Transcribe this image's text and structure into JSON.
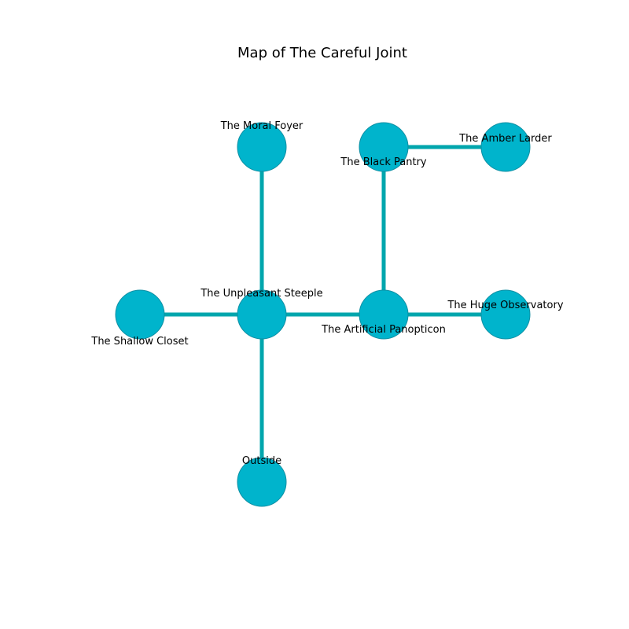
{
  "title": "Map of The Careful Joint",
  "colors": {
    "node_fill": "#00b4cc",
    "node_stroke": "#0e8fa3",
    "edge": "#00a6ad",
    "background": "#ffffff",
    "text": "#000000"
  },
  "rooms": [
    {
      "id": "moral_foyer",
      "label": "The Moral Foyer",
      "grid": [
        1,
        2
      ]
    },
    {
      "id": "black_pantry",
      "label": "The Black Pantry",
      "grid": [
        2,
        2
      ]
    },
    {
      "id": "amber_larder",
      "label": "The Amber Larder",
      "grid": [
        3,
        2
      ]
    },
    {
      "id": "shallow_closet",
      "label": "The Shallow Closet",
      "grid": [
        0,
        1
      ]
    },
    {
      "id": "unpleasant_steeple",
      "label": "The Unpleasant Steeple",
      "grid": [
        1,
        1
      ]
    },
    {
      "id": "artificial_panopticon",
      "label": "The Artificial Panopticon",
      "grid": [
        2,
        1
      ]
    },
    {
      "id": "huge_observatory",
      "label": "The Huge Observatory",
      "grid": [
        3,
        1
      ]
    },
    {
      "id": "outside",
      "label": "Outside",
      "grid": [
        1,
        0
      ]
    }
  ],
  "connections": [
    [
      "moral_foyer",
      "unpleasant_steeple"
    ],
    [
      "black_pantry",
      "amber_larder"
    ],
    [
      "black_pantry",
      "artificial_panopticon"
    ],
    [
      "shallow_closet",
      "unpleasant_steeple"
    ],
    [
      "unpleasant_steeple",
      "artificial_panopticon"
    ],
    [
      "artificial_panopticon",
      "huge_observatory"
    ],
    [
      "unpleasant_steeple",
      "outside"
    ]
  ]
}
